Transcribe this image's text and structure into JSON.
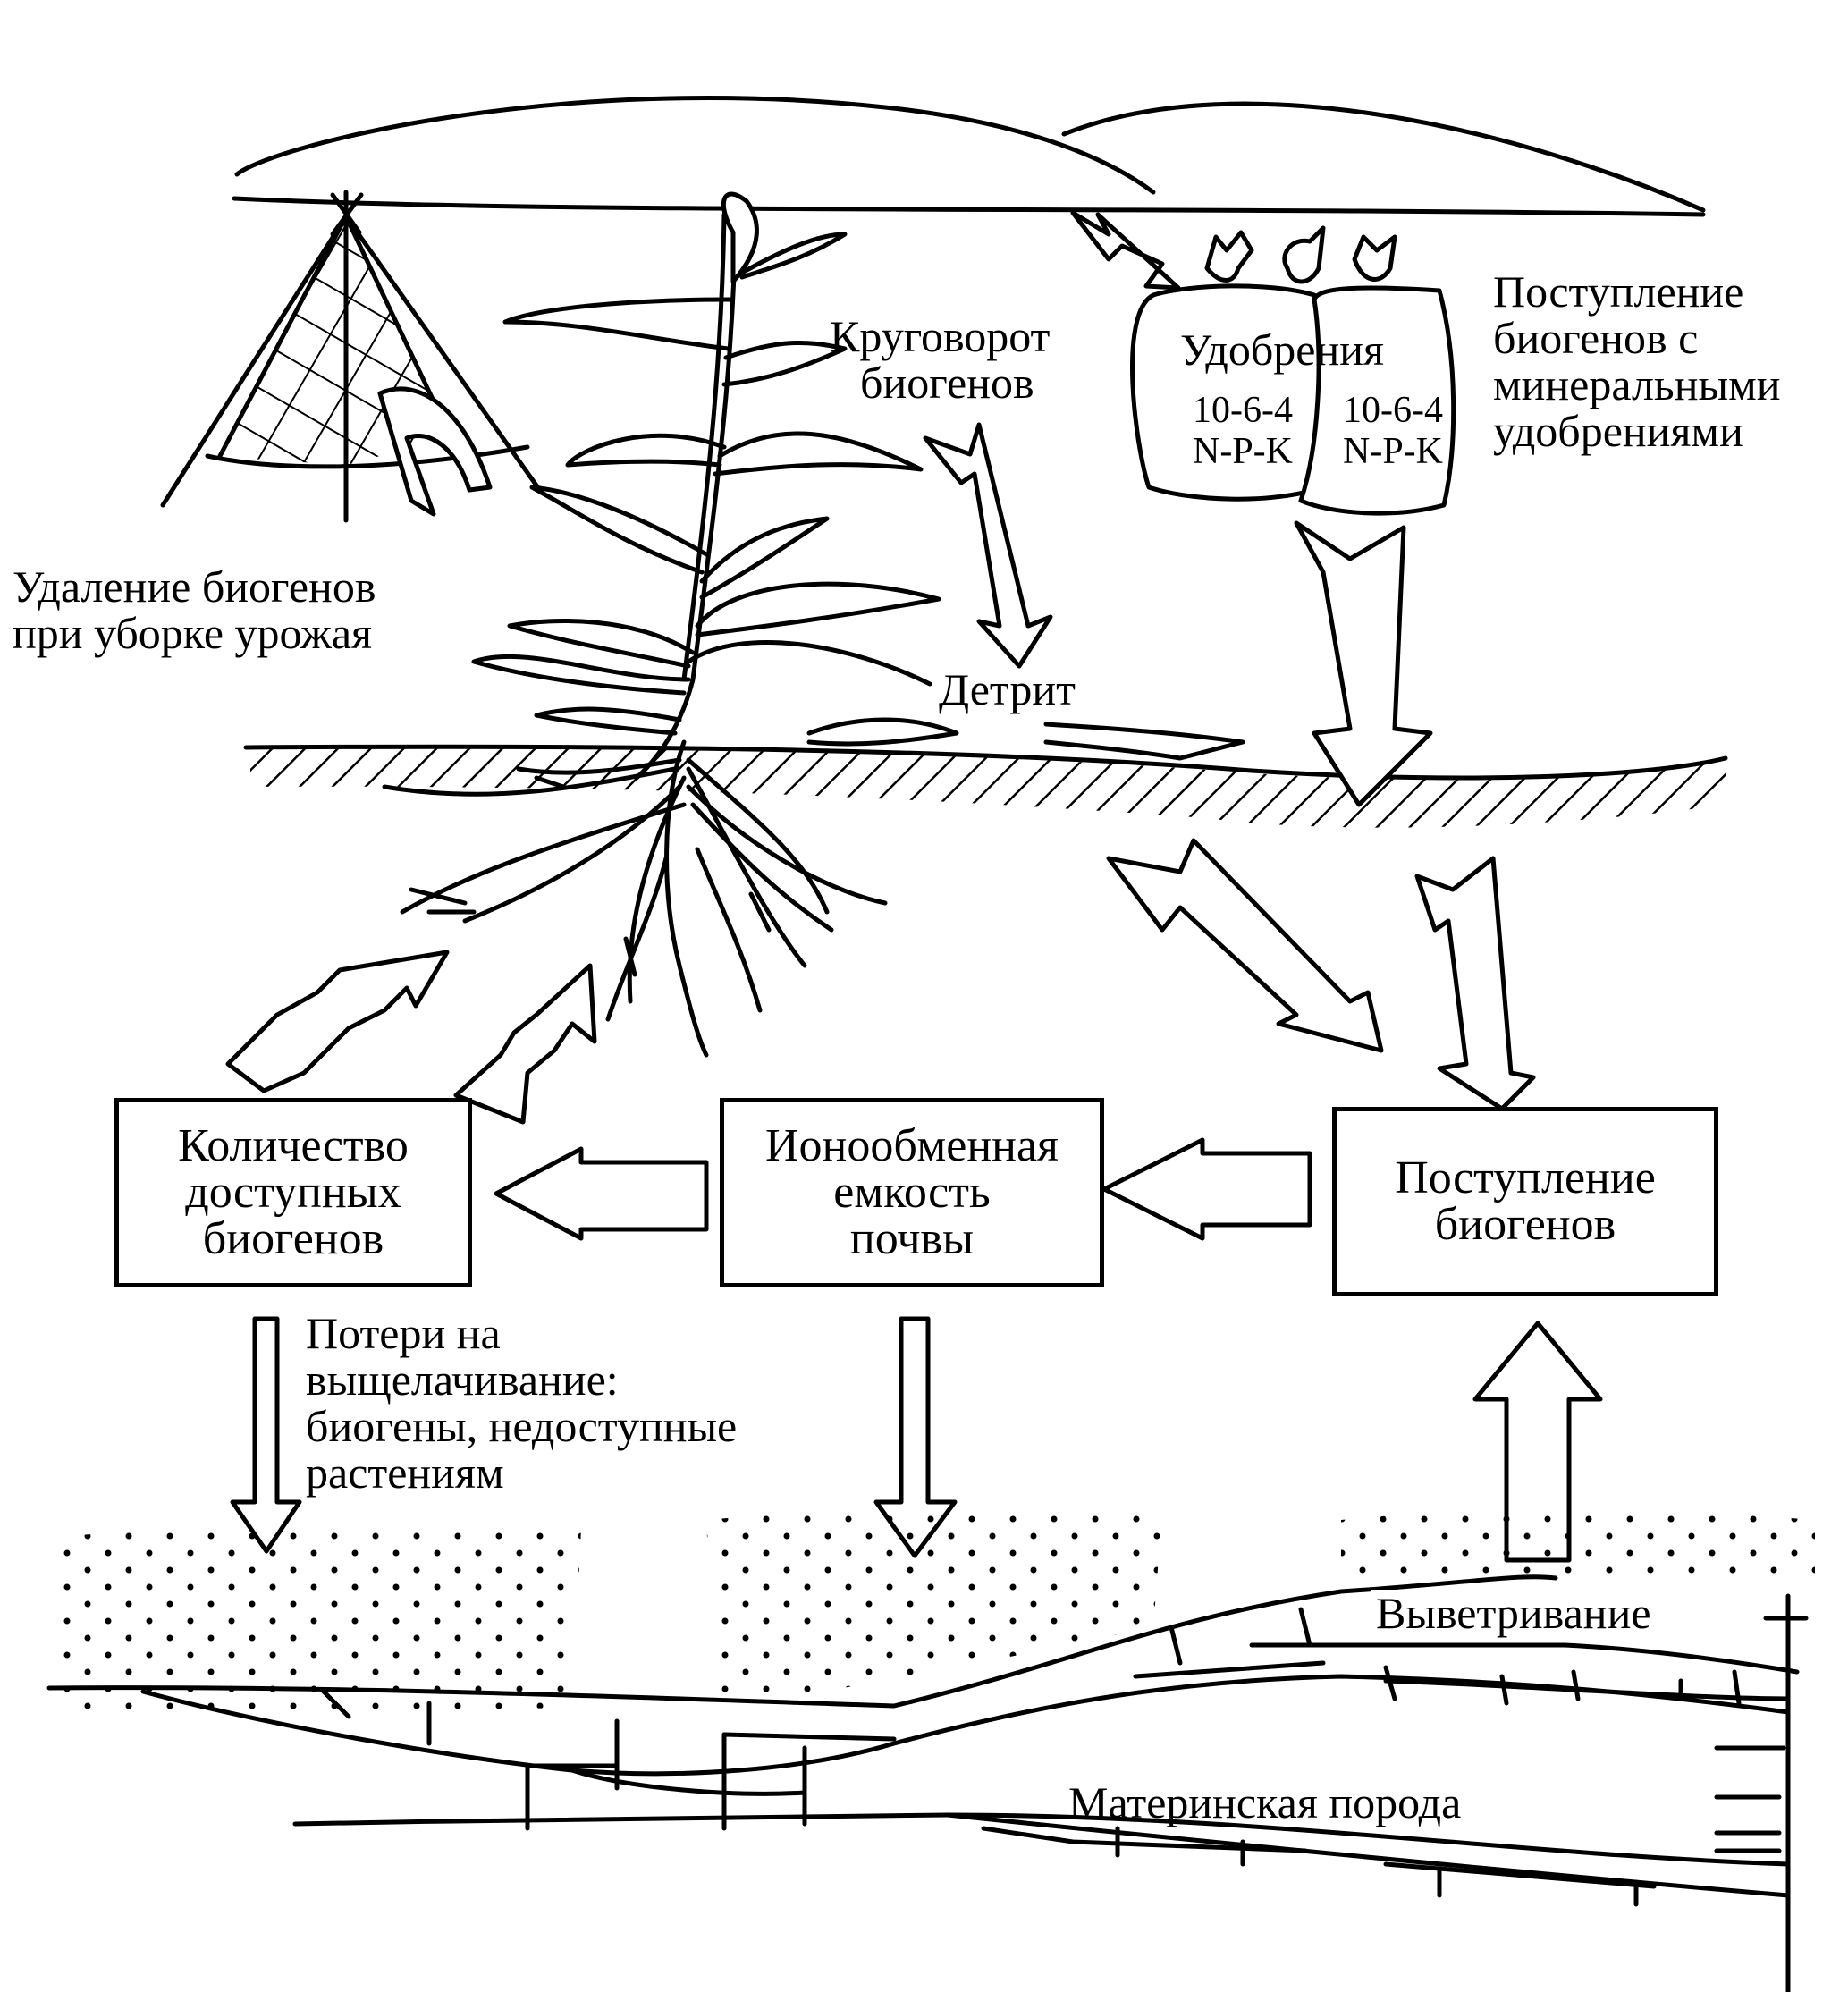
{
  "labels": {
    "removal": [
      "Удаление биогенов",
      "при уборке урожая"
    ],
    "cycle": [
      "Круговорот",
      "биогенов"
    ],
    "fertilizer_input": [
      "Поступление",
      "биогенов с",
      "минеральными",
      "удобрениями"
    ],
    "detritus": "Детрит",
    "leaching": [
      "Потери на",
      "выщелачивание:",
      "биогены, недоступные",
      "растениям"
    ],
    "weathering": "Выветривание",
    "parent_rock": "Материнская порода"
  },
  "fertilizer_bags": {
    "title": "Удобрения",
    "left": [
      "10-6-4",
      "N-P-K"
    ],
    "right": [
      "10-6-4",
      "N-P-K"
    ]
  },
  "boxes": {
    "available": [
      "Количество",
      "доступных",
      "биогенов"
    ],
    "exchange": [
      "Ионообменная",
      "емкость",
      "почвы"
    ],
    "input": [
      "Поступление",
      "биогенов"
    ]
  }
}
